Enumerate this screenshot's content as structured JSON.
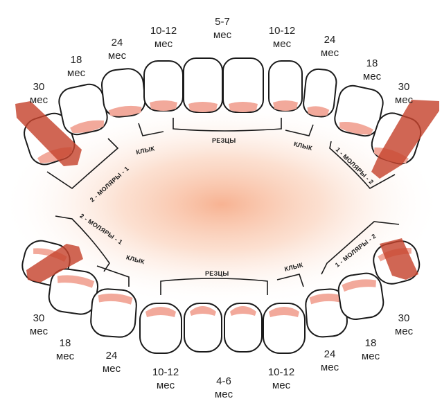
{
  "upper_ages": [
    {
      "id": "u-30-left",
      "num": "30",
      "unit": "мес"
    },
    {
      "id": "u-18-left",
      "num": "18",
      "unit": "мес"
    },
    {
      "id": "u-24-left",
      "num": "24",
      "unit": "мес"
    },
    {
      "id": "u-10-12-left",
      "num": "10-12",
      "unit": "мес"
    },
    {
      "id": "u-5-7",
      "num": "5-7",
      "unit": "мес"
    },
    {
      "id": "u-10-12-right",
      "num": "10-12",
      "unit": "мес"
    },
    {
      "id": "u-24-right",
      "num": "24",
      "unit": "мес"
    },
    {
      "id": "u-18-right",
      "num": "18",
      "unit": "мес"
    },
    {
      "id": "u-30-right",
      "num": "30",
      "unit": "мес"
    }
  ],
  "lower_ages": [
    {
      "id": "l-30-left",
      "num": "30",
      "unit": "мес"
    },
    {
      "id": "l-18-left",
      "num": "18",
      "unit": "мес"
    },
    {
      "id": "l-24-left",
      "num": "24",
      "unit": "мес"
    },
    {
      "id": "l-10-12-left",
      "num": "10-12",
      "unit": "мес"
    },
    {
      "id": "l-4-6",
      "num": "4-6",
      "unit": "мес"
    },
    {
      "id": "l-10-12-right",
      "num": "10-12",
      "unit": "мес"
    },
    {
      "id": "l-24-right",
      "num": "24",
      "unit": "мес"
    },
    {
      "id": "l-18-right",
      "num": "18",
      "unit": "мес"
    },
    {
      "id": "l-30-right",
      "num": "30",
      "unit": "мес"
    }
  ],
  "groups": {
    "incisors": "РЕЗЦЫ",
    "canine": "КЛЫК",
    "molars_1": "1 - МОЛЯРЫ - 2",
    "molars_2": "2 - МОЛЯРЫ - 1"
  },
  "colors": {
    "gum": "#f2a99b",
    "eruption_mark": "#c6442e",
    "glow": "#f7b28f"
  }
}
